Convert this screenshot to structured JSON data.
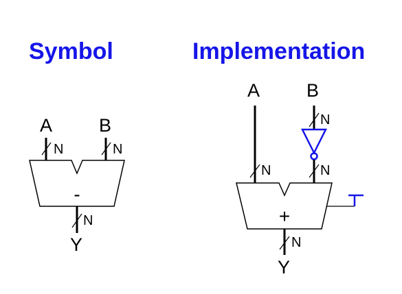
{
  "headings": {
    "symbol": "Symbol",
    "implementation": "Implementation"
  },
  "symbol": {
    "input_a": "A",
    "input_b": "B",
    "output": "Y",
    "operator": "-",
    "bus_width_a": "N",
    "bus_width_b": "N",
    "bus_width_y": "N"
  },
  "implementation": {
    "input_a": "A",
    "input_b": "B",
    "output": "Y",
    "operator": "+",
    "bus_width_b_in": "N",
    "bus_width_a": "N",
    "bus_width_b_inv": "N",
    "bus_width_y": "N"
  },
  "colors": {
    "heading": "#1515e8",
    "inverter": "#1515e8",
    "logic_high": "#1515e8",
    "wire": "#000000"
  }
}
